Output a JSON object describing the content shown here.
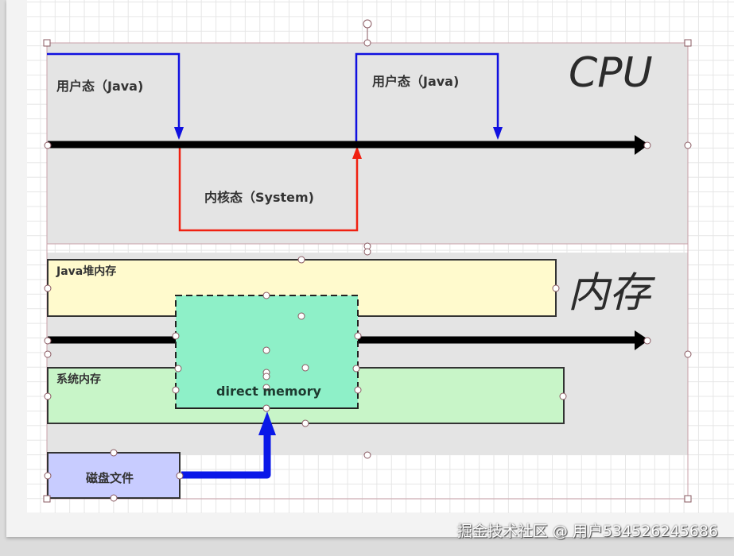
{
  "diagram": {
    "cpu_section": {
      "title": "CPU",
      "user_mode_label_1": "用户态（Java)",
      "kernel_mode_label": "内核态（System)",
      "user_mode_label_2": "用户态（Java)"
    },
    "memory_section": {
      "title": "内存",
      "java_heap_label": "Java堆内存",
      "system_memory_label": "系统内存",
      "direct_memory_label": "direct memory",
      "disk_file_label": "磁盘文件"
    },
    "colors": {
      "section_bg": "#e4e4e4",
      "user_mode_line": "#1010e0",
      "kernel_mode_line": "#f02010",
      "timeline": "#000000",
      "java_heap_fill": "#fffacd",
      "system_memory_fill": "#c8f5c8",
      "direct_memory_fill": "#8ef0c8",
      "disk_file_fill": "#c8ccff",
      "disk_arrow": "#0a18e8"
    }
  },
  "watermark": "掘金技术社区 @ 用户534526245686"
}
